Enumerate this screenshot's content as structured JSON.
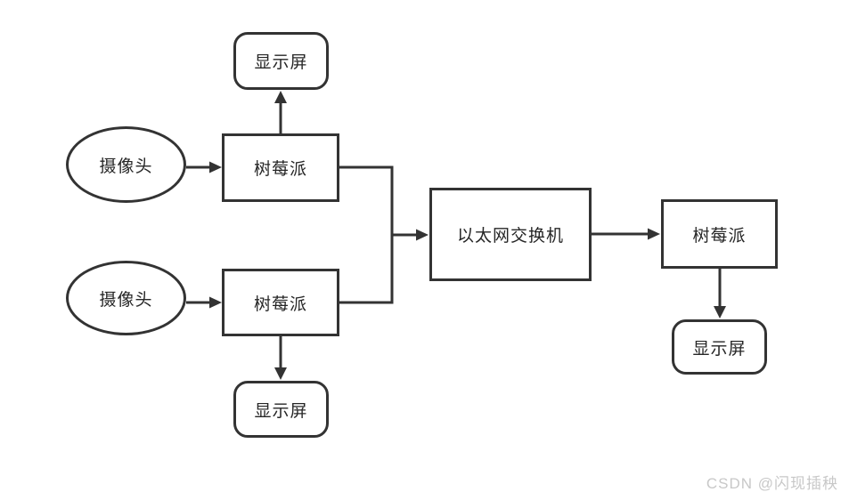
{
  "diagram": {
    "title": "camera-raspberrypi-ethernet-switch-flowchart",
    "colors": {
      "stroke": "#333333",
      "node_fill": "#ffffff",
      "text": "#262626",
      "watermark": "#c8c8c8",
      "background": "#ffffff"
    },
    "nodes": {
      "camera_top": {
        "label": "摄像头",
        "shape": "ellipse"
      },
      "pi_top": {
        "label": "树莓派",
        "shape": "rect"
      },
      "display_top": {
        "label": "显示屏",
        "shape": "rounded-rect"
      },
      "camera_bottom": {
        "label": "摄像头",
        "shape": "ellipse"
      },
      "pi_bottom": {
        "label": "树莓派",
        "shape": "rect"
      },
      "display_bottom": {
        "label": "显示屏",
        "shape": "rounded-rect"
      },
      "switch": {
        "label": "以太网交换机",
        "shape": "rect"
      },
      "pi_right": {
        "label": "树莓派",
        "shape": "rect"
      },
      "display_right": {
        "label": "显示屏",
        "shape": "rounded-rect"
      }
    },
    "edges": [
      {
        "from": "camera_top",
        "to": "pi_top",
        "arrow": true
      },
      {
        "from": "pi_top",
        "to": "display_top",
        "arrow": true
      },
      {
        "from": "camera_bottom",
        "to": "pi_bottom",
        "arrow": true
      },
      {
        "from": "pi_bottom",
        "to": "display_bottom",
        "arrow": true
      },
      {
        "from": "pi_top",
        "to": "junction",
        "arrow": false
      },
      {
        "from": "pi_bottom",
        "to": "junction",
        "arrow": false
      },
      {
        "from": "junction",
        "to": "switch",
        "arrow": true
      },
      {
        "from": "switch",
        "to": "pi_right",
        "arrow": true
      },
      {
        "from": "pi_right",
        "to": "display_right",
        "arrow": true
      }
    ]
  },
  "watermark": {
    "text": "CSDN @闪现插秧"
  }
}
